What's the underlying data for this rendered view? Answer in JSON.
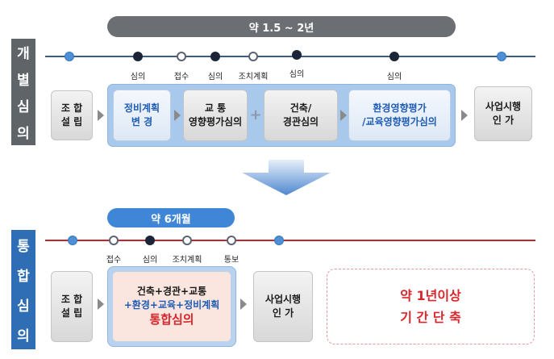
{
  "individual": {
    "side_label": [
      "개",
      "별",
      "심",
      "의"
    ],
    "duration": "약 1.5 ~ 2년",
    "timeline_labels": [
      "심의",
      "접수",
      "심의",
      "조치계획",
      "심의",
      "심의"
    ],
    "boxes": {
      "start": [
        "조 합",
        "설 립"
      ],
      "plan": [
        "정비계획",
        "변    경"
      ],
      "traffic": [
        "교 통",
        "영향평가심의"
      ],
      "building": [
        "건축/",
        "경관심의"
      ],
      "env": [
        "환경영향평가",
        "/교육영향평가심의"
      ],
      "end": [
        "사업시행",
        "인    가"
      ]
    }
  },
  "integrated": {
    "side_label": [
      "통",
      "합",
      "심",
      "의"
    ],
    "duration": "약 6개월",
    "timeline_labels": [
      "접수",
      "심의",
      "조치계획",
      "통보"
    ],
    "boxes": {
      "start": [
        "조 합",
        "설 립"
      ],
      "combined_line1": "건축+경관+교통",
      "combined_line2": "+환경+교육+정비계획",
      "combined_line3": "통합심의",
      "end": [
        "사업시행",
        "인    가"
      ]
    },
    "result": [
      "약 1년이상",
      "기 간 단 축"
    ]
  },
  "colors": {
    "gray_side": "#5f6469",
    "blue_side": "#2f6eb5",
    "accent_red": "#d9262c",
    "accent_blue": "#1e5bb5"
  }
}
